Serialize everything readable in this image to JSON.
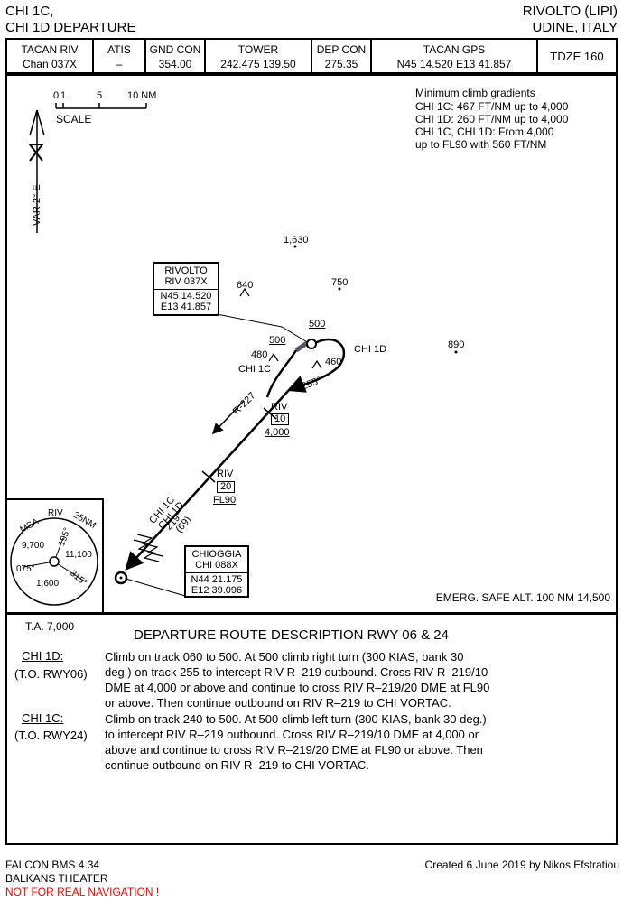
{
  "header": {
    "procedure_line1": "CHI 1C,",
    "procedure_line2": "CHI 1D DEPARTURE",
    "airport_name": "RIVOLTO (LIPI)",
    "airport_location": "UDINE, ITALY"
  },
  "freqs": [
    {
      "label": "TACAN RIV",
      "value": "Chan 037X"
    },
    {
      "label": "ATIS",
      "value": "–"
    },
    {
      "label": "GND CON",
      "value": "354.00"
    },
    {
      "label": "TOWER",
      "value": "242.475 139.50"
    },
    {
      "label": "DEP CON",
      "value": "275.35"
    },
    {
      "label": "TACAN GPS",
      "value": "N45 14.520 E13 41.857"
    },
    {
      "label": "TDZE 160",
      "value": ""
    }
  ],
  "scale": {
    "t0": "0",
    "t1": "1",
    "t5": "5",
    "t10": "10 NM",
    "label": "SCALE"
  },
  "north": {
    "label": "VAR 2° E"
  },
  "gradients": {
    "title": "Minimum climb gradients",
    "line1": "CHI 1C: 467 FT/NM up to 4,000",
    "line2": "CHI 1D: 260 FT/NM up to 4,000",
    "line3": "CHI 1C, CHI 1D: From 4,000",
    "line4": "up to FL90 with 560 FT/NM"
  },
  "rivolto_box": {
    "name": "RIVOLTO",
    "ident": "RIV 037X",
    "lat": "N45 14.520",
    "lon": "E13 41.857"
  },
  "chioggia_box": {
    "name": "CHIOGGIA",
    "ident": "CHI 088X",
    "lat": "N44 21.175",
    "lon": "E12 39.096"
  },
  "map_labels": {
    "elev_1630": "1,630",
    "elev_640": "640",
    "elev_750": "750",
    "elev_890": "890",
    "elev_480": "480",
    "elev_460": "460",
    "alt_500a": "500",
    "alt_500b": "500",
    "chi1d": "CHI 1D",
    "chi1c": "CHI 1C",
    "track255": "255°",
    "radial": "R-227",
    "riv_a": "RIV",
    "dme10": "10",
    "alt4000": "4,000",
    "riv_b": "RIV",
    "dme20": "20",
    "fl90": "FL90",
    "route_l1": "CHI 1C",
    "route_l2": "CHI 1D",
    "route_l3": "219°",
    "route_l4": "(69)"
  },
  "msa": {
    "title": "MSA",
    "riv": "RIV",
    "dist": "25NM",
    "n9700": "9,700",
    "n195": "195°",
    "n11100": "11,100",
    "n075": "075°",
    "n315": "315°",
    "n1600": "1,600"
  },
  "emerg": "EMERG. SAFE ALT. 100 NM 14,500",
  "ta": "T.A. 7,000",
  "route_title": "DEPARTURE ROUTE DESCRIPTION RWY 06 & 24",
  "routes": [
    {
      "name": "CHI 1D:",
      "rwy": "(T.O. RWY06)",
      "text": "Climb on track 060 to 500. At 500 climb right turn (300 KIAS, bank 30\ndeg.) on track 255 to intercept RIV R–219 outbound. Cross RIV R–219/10\nDME at 4,000 or above and continue to cross RIV R–219/20 DME at FL90\nor above. Then continue outbound on RIV R–219 to CHI VORTAC."
    },
    {
      "name": "CHI 1C:",
      "rwy": "(T.O. RWY24)",
      "text": "Climb on track 240 to 500. At 500 climb left turn (300 KIAS, bank 30 deg.)\nto intercept RIV R–219 outbound. Cross RIV R–219/10 DME at 4,000 or\nabove and continue to cross RIV R–219/20 DME at FL90 or above. Then\ncontinue outbound on RIV R–219 to CHI VORTAC."
    }
  ],
  "footer": {
    "sim": "FALCON BMS 4.34",
    "theater": "BALKANS THEATER",
    "warning": "NOT FOR REAL NAVIGATION !",
    "credit": "Created 6 June 2019 by Nikos Efstratiou"
  }
}
